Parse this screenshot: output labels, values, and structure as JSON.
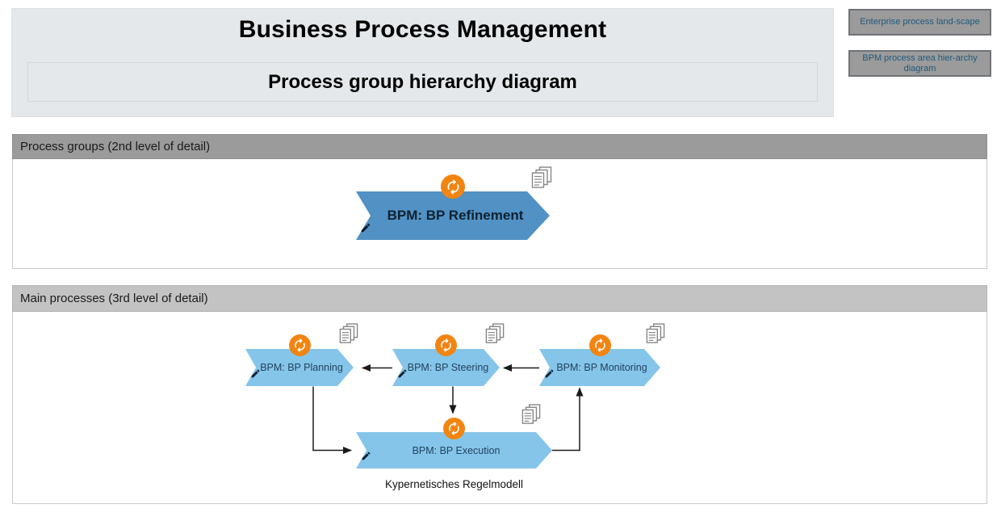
{
  "header": {
    "title": "Business Process Management",
    "subtitle": "Process group hierarchy diagram"
  },
  "nav_buttons": [
    {
      "label": "Enterprise process land-scape"
    },
    {
      "label": "BPM process area hier-archy diagram"
    }
  ],
  "sections": {
    "process_groups": {
      "title": "Process groups (2nd level of detail)",
      "refinement": {
        "label": "BPM: BP Refinement"
      }
    },
    "main_processes": {
      "title": "Main processes (3rd level of detail)",
      "planning": {
        "label": "BPM: BP Planning"
      },
      "steering": {
        "label": "BPM: BP Steering"
      },
      "monitoring": {
        "label": "BPM: BP Monitoring"
      },
      "execution": {
        "label": "BPM: BP Execution"
      },
      "caption": "Kypernetisches Regelmodell"
    }
  },
  "connections": [
    {
      "from": "BPM: BP Steering",
      "to": "BPM: BP Planning"
    },
    {
      "from": "BPM: BP Monitoring",
      "to": "BPM: BP Steering"
    },
    {
      "from": "BPM: BP Steering",
      "to": "BPM: BP Execution"
    },
    {
      "from": "BPM: BP Planning",
      "to": "BPM: BP Execution"
    },
    {
      "from": "BPM: BP Execution",
      "to": "BPM: BP Monitoring"
    }
  ],
  "icons": {
    "refresh-icon": "orange badge with white circular sync arrows",
    "documents-icon": "gray stack of document pages",
    "pencil-icon": "black edit pencil"
  },
  "colors": {
    "masthead_fill": "#e4e8ea",
    "process_group_fill": "#5291c4",
    "main_process_fill": "#85c5ea",
    "refresh_badge": "#f28511",
    "button_fill": "#9b9b9b",
    "button_border": "#6f7377",
    "button_text": "#1d5a7d",
    "section1_header_fill": "#9b9b9b",
    "section2_header_fill": "#c3c3c3",
    "connector": "#1a1a1a"
  }
}
